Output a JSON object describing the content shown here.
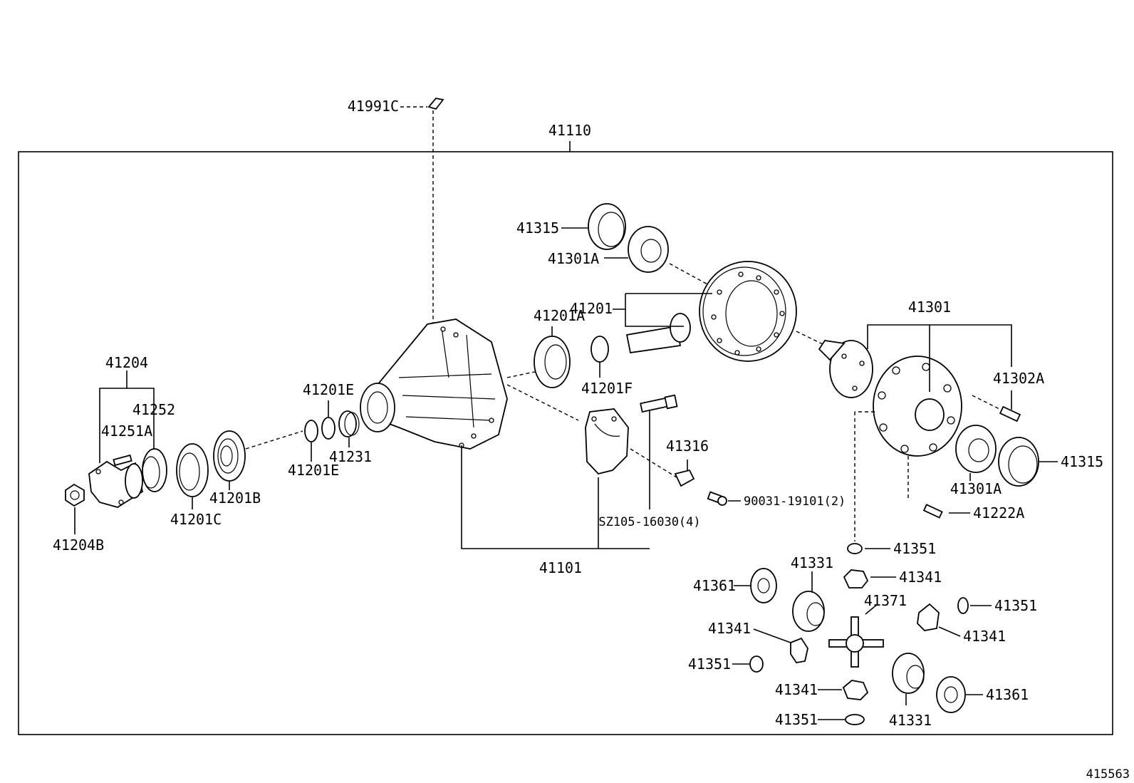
{
  "diagram_id": "415563",
  "assembly_number": "41110",
  "labels": {
    "l41991C": "41991C",
    "l41110": "41110",
    "l41315_top": "41315",
    "l41301A_top": "41301A",
    "l41201": "41201",
    "l41201A": "41201A",
    "l41201F": "41201F",
    "l41301": "41301",
    "l41302A": "41302A",
    "l41315_right": "41315",
    "l41301A_right": "41301A",
    "l41222A": "41222A",
    "l41204": "41204",
    "l41252": "41252",
    "l41251A": "41251A",
    "l41201E_top": "41201E",
    "l41201E_bottom": "41201E",
    "l41231": "41231",
    "l41201B": "41201B",
    "l41201C": "41201C",
    "l41204B": "41204B",
    "l41316": "41316",
    "l90031": "90031-19101(2)",
    "lSZ105": "SZ105-16030(4)",
    "l41101": "41101",
    "l41351_a": "41351",
    "l41341_a": "41341",
    "l41361_left": "41361",
    "l41331_top": "41331",
    "l41371": "41371",
    "l41351_right": "41351",
    "l41341_left": "41341",
    "l41341_right": "41341",
    "l41351_left": "41351",
    "l41341_bottom": "41341",
    "l41351_bottom": "41351",
    "l41331_bottom": "41331",
    "l41361_right": "41361"
  }
}
